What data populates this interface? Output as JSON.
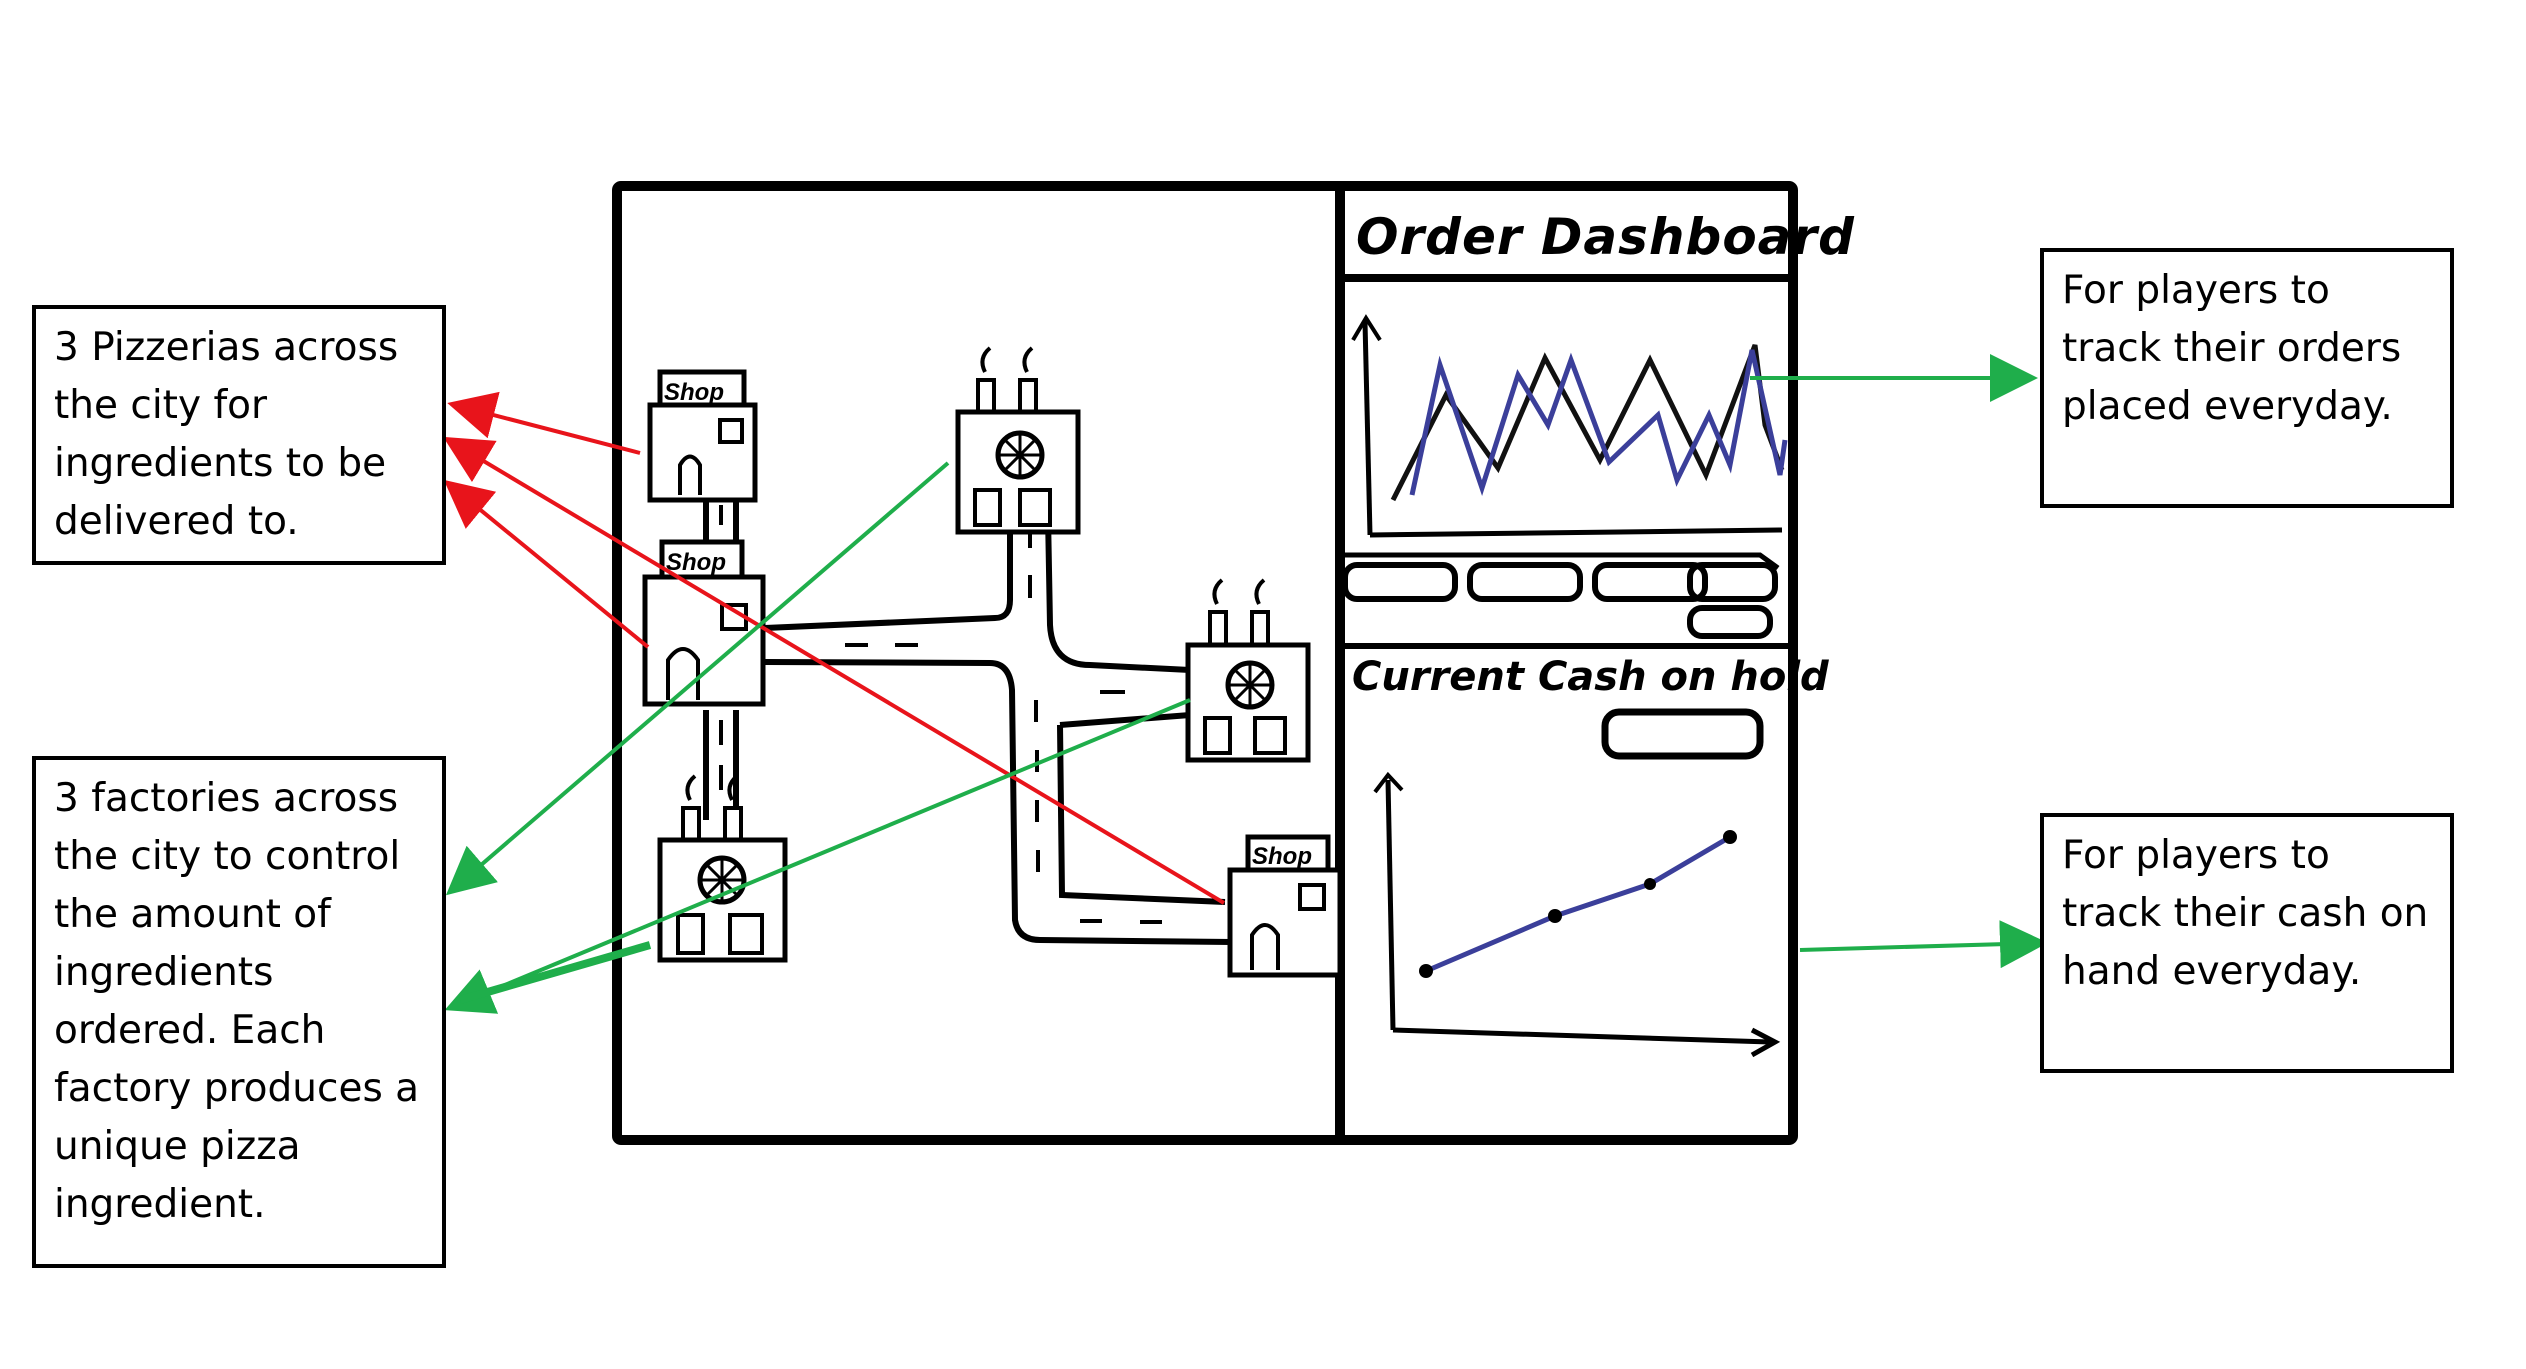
{
  "callouts": {
    "pizzerias": [
      "3 Pizzerias across",
      "the city for",
      "ingredients to be",
      "delivered to."
    ],
    "factories": [
      "3 factories across",
      "the city to control",
      "the amount of",
      "ingredients",
      "ordered. Each",
      "factory produces a",
      "unique pizza",
      "ingredient."
    ],
    "orders": [
      "For players to",
      "track their orders",
      "placed everyday."
    ],
    "cash": [
      "For players to",
      "track their cash on",
      "hand everyday."
    ]
  },
  "sketch": {
    "dashboard_title": "Order Dashboard",
    "cash_label": "Current Cash on hold",
    "shop_label": "Shop"
  },
  "colors": {
    "pizzeria_arrow": "#e8141b",
    "factory_arrow": "#1fae4b",
    "series_dark": "#111111",
    "series_blue": "#3b3f9a"
  }
}
